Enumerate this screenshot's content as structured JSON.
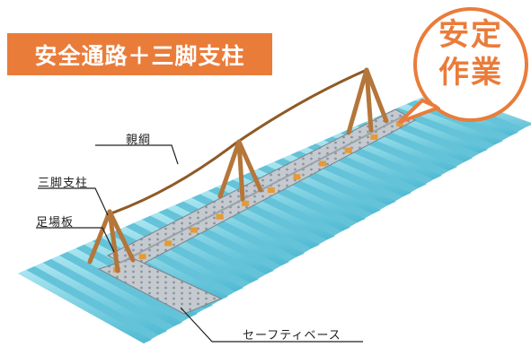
{
  "title": "安全通路＋三脚支柱",
  "badge": {
    "line1": "安定",
    "line2": "作業"
  },
  "labels": {
    "lifeline": "親綱",
    "tripod": "三脚支柱",
    "scaffold_board": "足場板",
    "safety_base": "セーフティベース"
  },
  "colors": {
    "accent": "#ea7c3a",
    "roof": "#6cc9dc",
    "rope": "#a0672a",
    "walkway": "#c9ced3"
  }
}
